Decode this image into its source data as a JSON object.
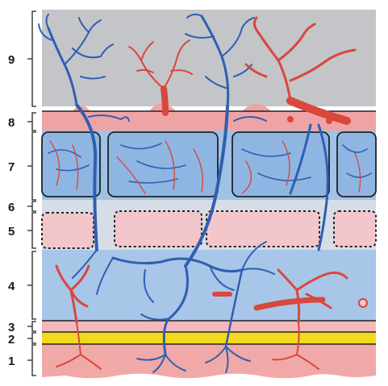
{
  "figure": {
    "layer_labels": [
      "9",
      "8",
      "7",
      "6",
      "5",
      "4",
      "3",
      "2",
      "1"
    ]
  },
  "colors": {
    "background": "#ffffff",
    "layer_9": "#c3c5c9",
    "layer_8": "#f0a3a5",
    "layer_7": "#9fc2e6",
    "layer_6": "#d7dde6",
    "layer_5": "#f3c6cc",
    "layer_4": "#a8c6e8",
    "layer_3": "#f2b9bd",
    "layer_2": "#f3d91c",
    "layer_1": "#f0a9a6",
    "artery": "#d9473d",
    "vein": "#2f5fb0",
    "outline": "#222222"
  }
}
